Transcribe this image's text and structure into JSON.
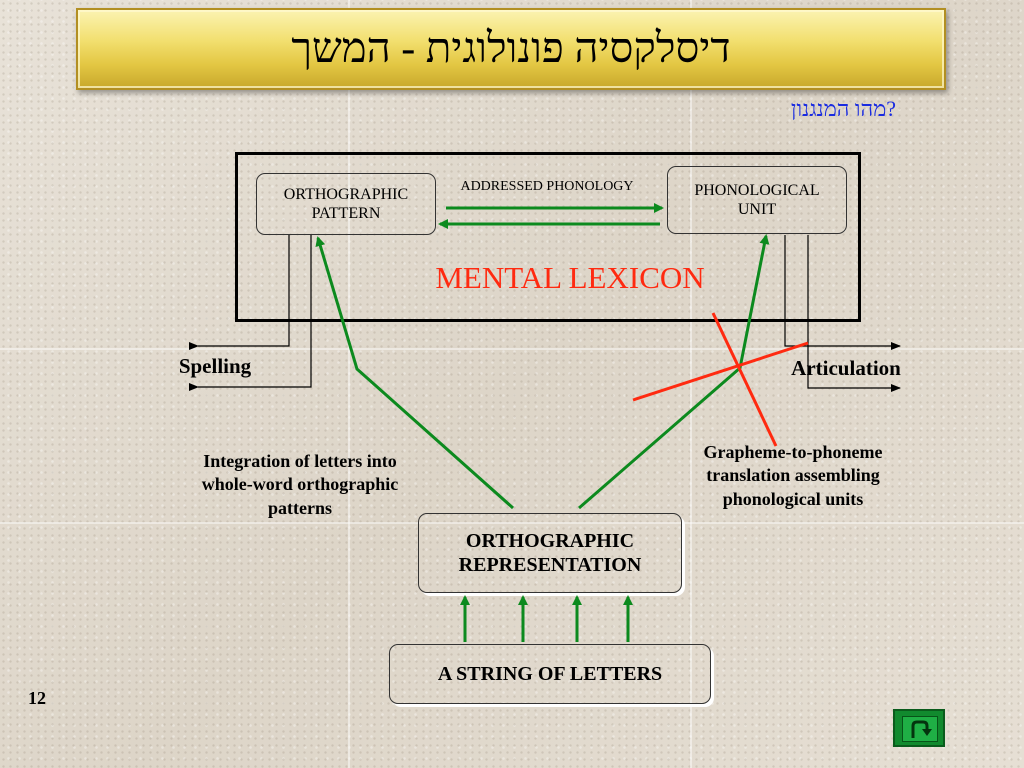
{
  "slide": {
    "title": "דיסלקסיה פונולוגית - המשך",
    "subtitle": "?מהו המנגנון",
    "number": "12"
  },
  "diagram": {
    "lexicon_label": "MENTAL LEXICON",
    "orthographic_pattern": [
      "ORTHOGRAPHIC",
      "PATTERN"
    ],
    "phonological_unit": [
      "PHONOLOGICAL",
      "UNIT"
    ],
    "addressed_phonology": "ADDRESSED PHONOLOGY",
    "spelling": "Spelling",
    "articulation": "Articulation",
    "integration_label": [
      "Integration of letters into",
      "whole-word orthographic",
      "patterns"
    ],
    "gpc_label": [
      "Grapheme-to-phoneme",
      "translation assembling",
      "phonological units"
    ],
    "orthographic_representation": [
      "ORTHOGRAPHIC",
      "REPRESENTATION"
    ],
    "string_of_letters": "A STRING OF LETTERS"
  },
  "colors": {
    "arrow_green": "#0c8a1e",
    "cross_red": "#ff2a10",
    "lexicon_text": "#ff2a10",
    "subtitle_blue": "#1a2ce0",
    "title_gold": "#e3c743"
  },
  "icons": {
    "return_button": "return-arrow-icon"
  }
}
